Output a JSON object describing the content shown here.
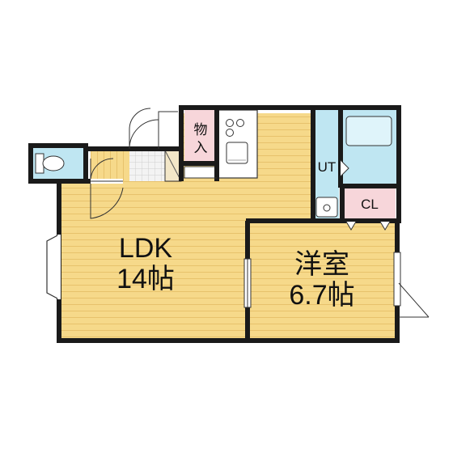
{
  "plan": {
    "ldk": {
      "name": "LDK",
      "size": "14帖"
    },
    "western_room": {
      "name": "洋室",
      "size": "6.7帖"
    },
    "storage": {
      "name": "物入"
    },
    "utility": {
      "name": "UT"
    },
    "closet": {
      "name": "CL"
    }
  },
  "colors": {
    "wood_floor": "#f6d98a",
    "wood_lines": "#e7c26c",
    "wet_area": "#bfe6f2",
    "storage_pink": "#f7d6da",
    "wall": "#1a1a1a",
    "fixture": "#ffffff"
  }
}
